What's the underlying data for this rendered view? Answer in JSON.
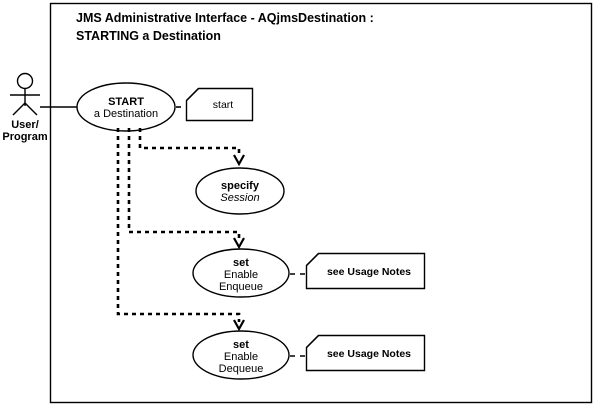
{
  "diagram": {
    "type": "uml-use-case",
    "title_lines": [
      "JMS Administrative Interface  -  AQjmsDestination  :",
      "STARTING a Destination"
    ],
    "actor": {
      "name": "user-program-actor",
      "label_lines": [
        "User/",
        "Program"
      ]
    },
    "use_cases": [
      {
        "id": "start-a-destination",
        "line1": "START",
        "line2": "a Destination",
        "line3": ""
      },
      {
        "id": "specify-session",
        "line1": "specify",
        "line2": "Session",
        "line3": ""
      },
      {
        "id": "set-enable-enqueue",
        "line1": "set",
        "line2": "Enable",
        "line3": "Enqueue"
      },
      {
        "id": "set-enable-dequeue",
        "line1": "set",
        "line2": "Enable",
        "line3": "Dequeue"
      }
    ],
    "notes": [
      {
        "id": "note-start",
        "text": "start"
      },
      {
        "id": "note-usage-enqueue",
        "text": "see Usage Notes"
      },
      {
        "id": "note-usage-dequeue",
        "text": "see Usage Notes"
      }
    ],
    "colors": {
      "stroke": "#000000",
      "fill": "#ffffff",
      "background": "#ffffff"
    }
  }
}
